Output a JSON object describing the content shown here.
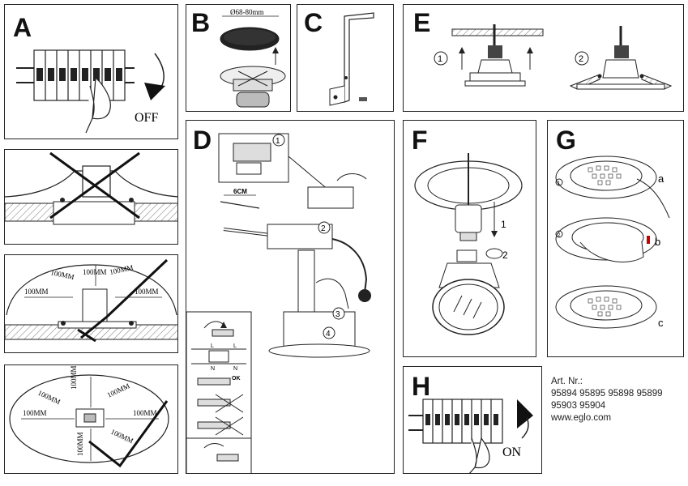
{
  "panels": {
    "A": {
      "label": "A",
      "off_text": "OFF"
    },
    "B": {
      "label": "B",
      "diameter_text": "Ø68-80mm"
    },
    "C": {
      "label": "C"
    },
    "D": {
      "label": "D",
      "step1": "1",
      "step2": "2",
      "step3": "3",
      "step4": "4",
      "measure": "6CM",
      "wiring_L": "L",
      "wiring_N": "N",
      "ok_text": "OK"
    },
    "E": {
      "label": "E",
      "step1": "1",
      "step2": "2"
    },
    "F": {
      "label": "F",
      "step1": "1",
      "step2": "2"
    },
    "G": {
      "label": "G",
      "sub_a": "a",
      "sub_b": "b",
      "sub_c": "c",
      "step1": "1",
      "step2": "2"
    },
    "H": {
      "label": "H",
      "on_text": "ON"
    }
  },
  "clearance": {
    "top": "100MM",
    "left": "100MM",
    "right": "100MM",
    "bottom": "100MM"
  },
  "article": {
    "heading": "Art. Nr.:",
    "line1": "95894 95895 95898 95899",
    "line2": "95903 95904",
    "website": "www.eglo.com"
  }
}
